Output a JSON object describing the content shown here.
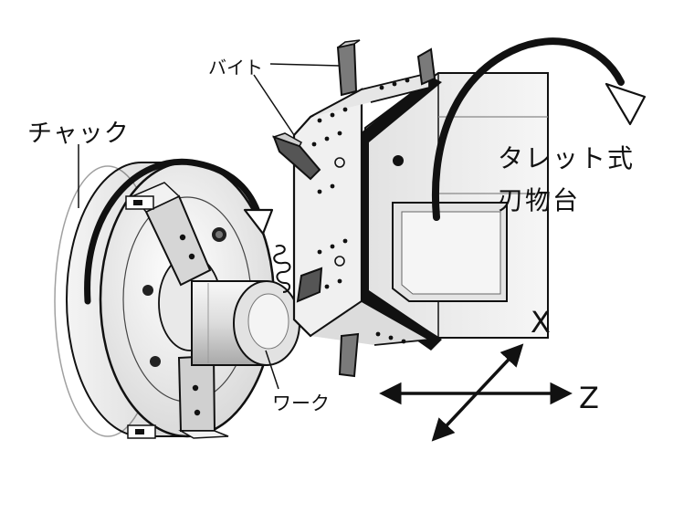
{
  "labels": {
    "chuck": "チャック",
    "tool": "バイト",
    "turret_line1": "タレット式",
    "turret_line2": "刃物台",
    "workpiece": "ワーク",
    "axis_x": "X",
    "axis_z": "Z"
  },
  "colors": {
    "ink": "#111111",
    "metal_light": "#ececec",
    "metal_mid": "#cfcfcf",
    "metal_dark": "#9e9e9e",
    "background": "#ffffff"
  },
  "icons": {
    "chuck_rotation": "curved-arrow-clockwise",
    "turret_rotation": "curved-arrow-clockwise",
    "axes": "crossed-double-arrows"
  }
}
